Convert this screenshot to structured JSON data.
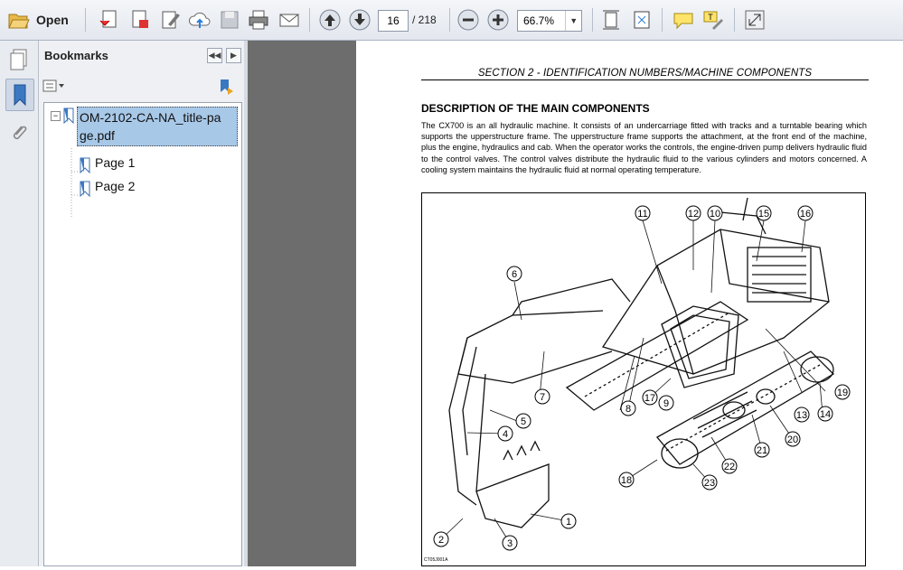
{
  "toolbar": {
    "open_label": "Open",
    "page_current": "16",
    "page_total": "/ 218",
    "zoom": "66.7%",
    "icons": [
      "folder-open-icon",
      "create-pdf-icon",
      "edit-pdf-icon",
      "fill-sign-icon",
      "upload-cloud-icon",
      "save-icon",
      "print-icon",
      "email-icon",
      "previous-page-icon",
      "next-page-icon",
      "zoom-out-icon",
      "zoom-in-icon",
      "fit-page-icon",
      "fullscreen-fit-icon",
      "comment-icon",
      "highlight-text-icon",
      "expand-icon"
    ]
  },
  "sidebar": {
    "title": "Bookmarks",
    "tree": {
      "root": "OM-2102-CA-NA_title-page.pdf",
      "root_line1": "OM-2102-CA-NA_title-pa",
      "root_line2": "ge.pdf",
      "children": [
        "Page 1",
        "Page 2"
      ]
    }
  },
  "document": {
    "section_header": "SECTION 2 - IDENTIFICATION NUMBERS/MACHINE COMPONENTS",
    "heading": "DESCRIPTION OF THE MAIN COMPONENTS",
    "paragraph": "The CX700 is an all hydraulic machine. It consists of an undercarriage fitted with tracks and a turntable bearing which supports the upperstructure frame. The upperstructure frame supports the attachment, at the front end of the machine, plus the engine, hydraulics and cab. When the operator works the controls, the engine-driven pump delivers hydraulic fluid to the control valves. The control valves distribute the hydraulic fluid to the various cylinders and motors concerned. A cooling system maintains the hydraulic fluid at normal operating temperature.",
    "figure_code": "CT05J001A",
    "callouts": [
      "1",
      "2",
      "3",
      "4",
      "5",
      "6",
      "7",
      "8",
      "9",
      "10",
      "11",
      "12",
      "13",
      "14",
      "15",
      "16",
      "17",
      "18",
      "19",
      "20",
      "21",
      "22",
      "23"
    ]
  }
}
